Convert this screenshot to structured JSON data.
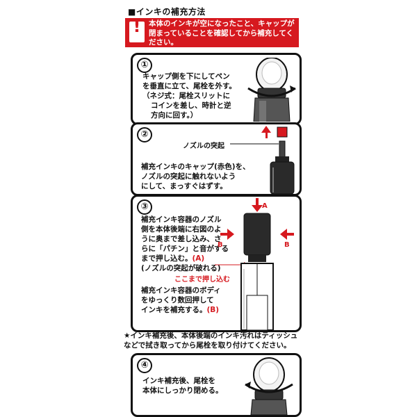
{
  "title": "■インキの補充方法",
  "warning": {
    "icon": "exclamation-icon",
    "text": "本体のインキが空になったこと、キャップが閉まっていることを確認してから補充してください。"
  },
  "steps": [
    {
      "number": "①",
      "lines": [
        "キャップ側を下にしてペン",
        "を垂直に立て、尾栓を外す。",
        "（ネジ式：尾栓スリットに",
        "コインを差し、時計と逆",
        "方向に回す。）"
      ]
    },
    {
      "number": "②",
      "label": "ノズルの突起",
      "lines": [
        "補充インキのキャップ(赤色)を、",
        "ノズルの突起に触れないよう",
        "にして、まっすぐはずす。"
      ]
    },
    {
      "number": "③",
      "lines": [
        "補充インキ容器のノズル",
        "側を本体後端に右図のよ",
        "うに奥まで差し込み、さ",
        "らに「パチン」と音がする",
        "まで押し込む。"
      ],
      "marker_a": "(A)",
      "paren_note": "(ノズルの突起が破れる)",
      "push_label": "ここまで押し込む",
      "lines2": [
        "補充インキ容器のボディ",
        "をゆっくり数回押して",
        "インキを補充する。"
      ],
      "marker_b": "(B)",
      "label_a": "A",
      "label_b_left": "B",
      "label_b_right": "B"
    },
    {
      "number": "④",
      "lines": [
        "インキ補充後、尾栓を",
        "本体にしっかり閉める。"
      ]
    }
  ],
  "note": "★インキ補充後、本体後端のインキ汚れはティッシュなどで拭き取ってから尾栓を取り付けてください。",
  "colors": {
    "red": "#d6191f",
    "black": "#111111"
  }
}
